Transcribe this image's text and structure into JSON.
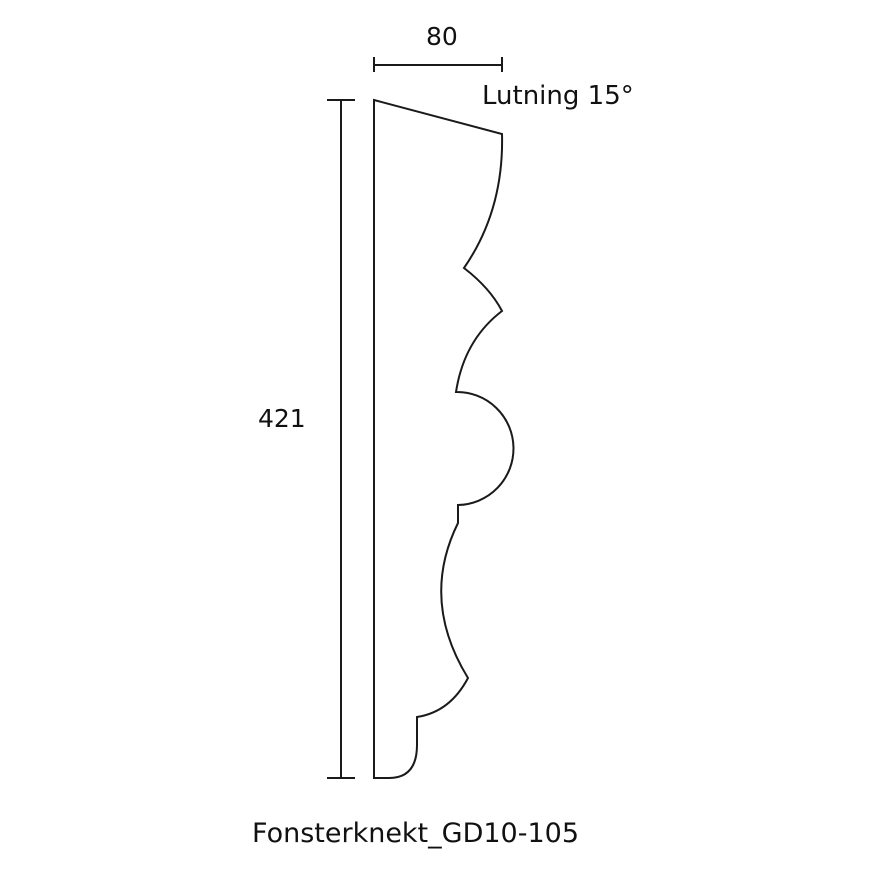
{
  "drawing": {
    "title": "Fonsterknekt_GD10-105",
    "width_dimension": "80",
    "height_dimension": "421",
    "slope_label": "Lutning 15°",
    "stroke_color": "#1a1a1a",
    "background_color": "#ffffff"
  }
}
